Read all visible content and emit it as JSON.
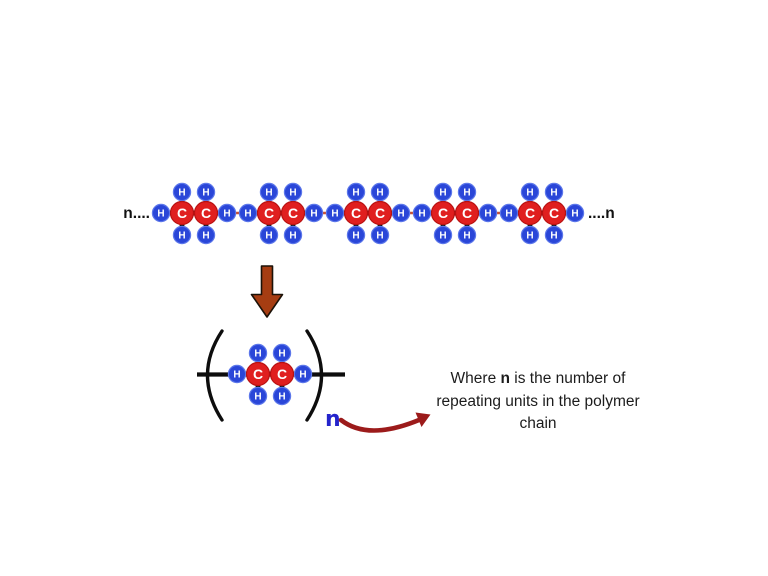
{
  "canvas": {
    "background": "#ffffff"
  },
  "chain": {
    "left_label": "n....",
    "right_label": "....n",
    "unit_count": 5,
    "carbon_label": "C",
    "hydrogen_label": "H"
  },
  "repeat_unit": {
    "subscript": "n"
  },
  "caption": {
    "before": "Where ",
    "bold": "n",
    "after": " is the number of repeating units in the polymer chain"
  },
  "colors": {
    "carbon_fill": "#e01f1f",
    "carbon_stroke": "#b81111",
    "hydrogen_fill": "#2a46d8",
    "hydrogen_stroke": "#5b76ea",
    "atom_letter": "#ffffff",
    "bond": "#0d0d0d",
    "inter_unit_dash": "#cc5330",
    "down_arrow_fill": "#a63d12",
    "down_arrow_outline": "#1c1208",
    "bracket": "#0d0d0d",
    "curved_arrow": "#9c1b1b",
    "subscript": "#2424cc",
    "chain_label": "#111111",
    "caption_text": "#1c1c1c"
  }
}
